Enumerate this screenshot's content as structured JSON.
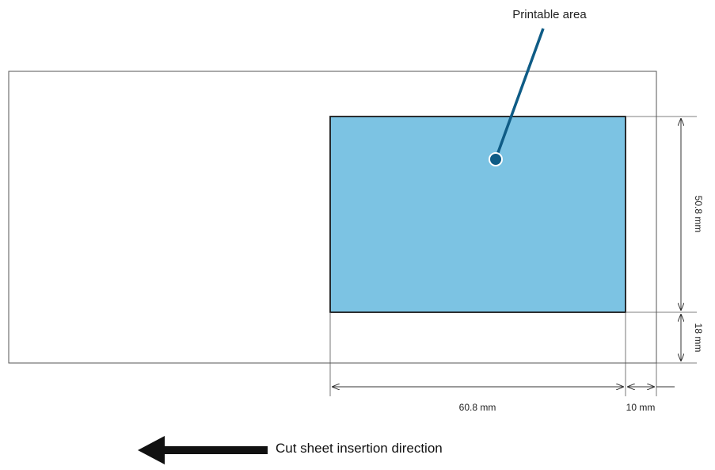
{
  "callout": {
    "label": "Printable area"
  },
  "dimensions": {
    "printable_width": "60.8 mm",
    "right_margin": "10 mm",
    "printable_height": "50.8 mm",
    "bottom_margin": "18 mm"
  },
  "direction": {
    "label": "Cut sheet insertion direction"
  },
  "colors": {
    "printable_fill": "#7cc3e3",
    "callout_line": "#0f5c86",
    "outline": "#222222"
  }
}
